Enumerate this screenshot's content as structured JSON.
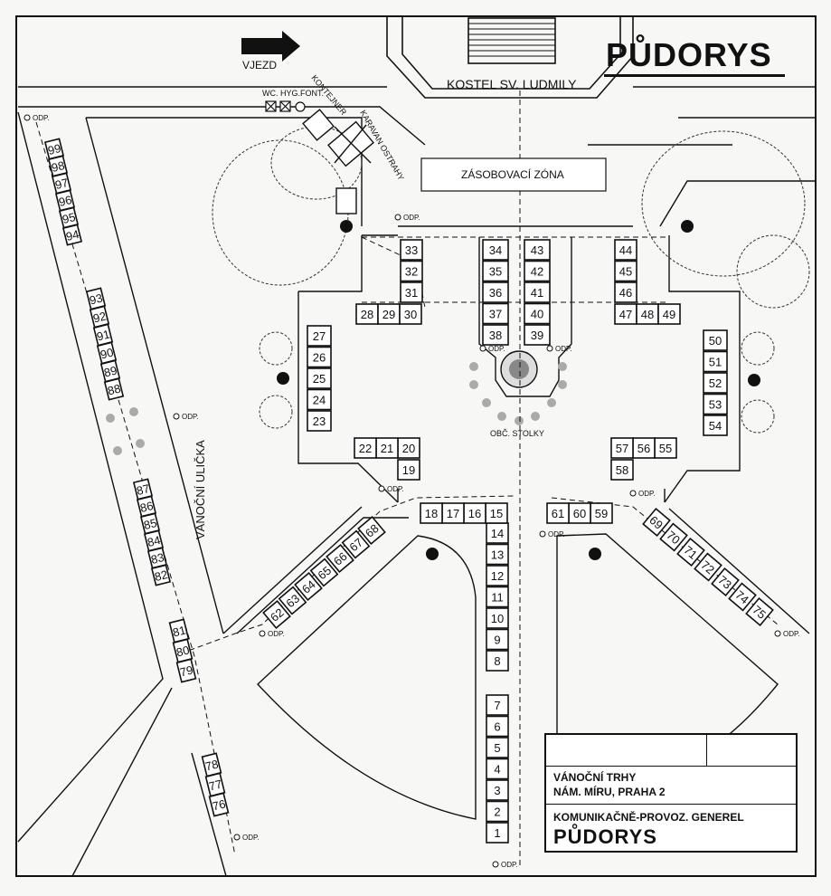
{
  "title": "PŮDORYS",
  "church": "KOSTEL SV. LUDMILY",
  "entry": "VJEZD",
  "supply_zone": "ZÁSOBOVACÍ ZÓNA",
  "facilities": "WC. HYG.FONT.",
  "container": "KONTEJNER",
  "guard_caravan": "KARAVAN OSTRAHY",
  "christmas_alley": "VÁNOČNÍ ULIČKA",
  "public_tables": "OBČ. STOLKY",
  "waste_bin": "ODP.",
  "title_block": {
    "line1": "VÁNOČNÍ TRHY",
    "line2": "NÁM. MÍRU, PRAHA 2",
    "line3": "KOMUNIKAČNĚ-PROVOZ. GENEREL",
    "line4": "PŮDORYS"
  },
  "stalls": [
    "1",
    "2",
    "3",
    "4",
    "5",
    "6",
    "7",
    "8",
    "9",
    "10",
    "11",
    "12",
    "13",
    "14",
    "15",
    "16",
    "17",
    "18",
    "19",
    "20",
    "21",
    "22",
    "23",
    "24",
    "25",
    "26",
    "27",
    "28",
    "29",
    "30",
    "31",
    "32",
    "33",
    "34",
    "35",
    "36",
    "37",
    "38",
    "39",
    "40",
    "41",
    "42",
    "43",
    "44",
    "45",
    "46",
    "47",
    "48",
    "49",
    "50",
    "51",
    "52",
    "53",
    "54",
    "55",
    "56",
    "57",
    "58",
    "59",
    "60",
    "61",
    "62",
    "63",
    "64",
    "65",
    "66",
    "67",
    "68",
    "69",
    "70",
    "71",
    "72",
    "73",
    "74",
    "75",
    "76",
    "77",
    "78",
    "79",
    "80",
    "81",
    "82",
    "83",
    "84",
    "85",
    "86",
    "87",
    "88",
    "89",
    "90",
    "91",
    "92",
    "93",
    "94",
    "95",
    "96",
    "97",
    "98",
    "99"
  ]
}
